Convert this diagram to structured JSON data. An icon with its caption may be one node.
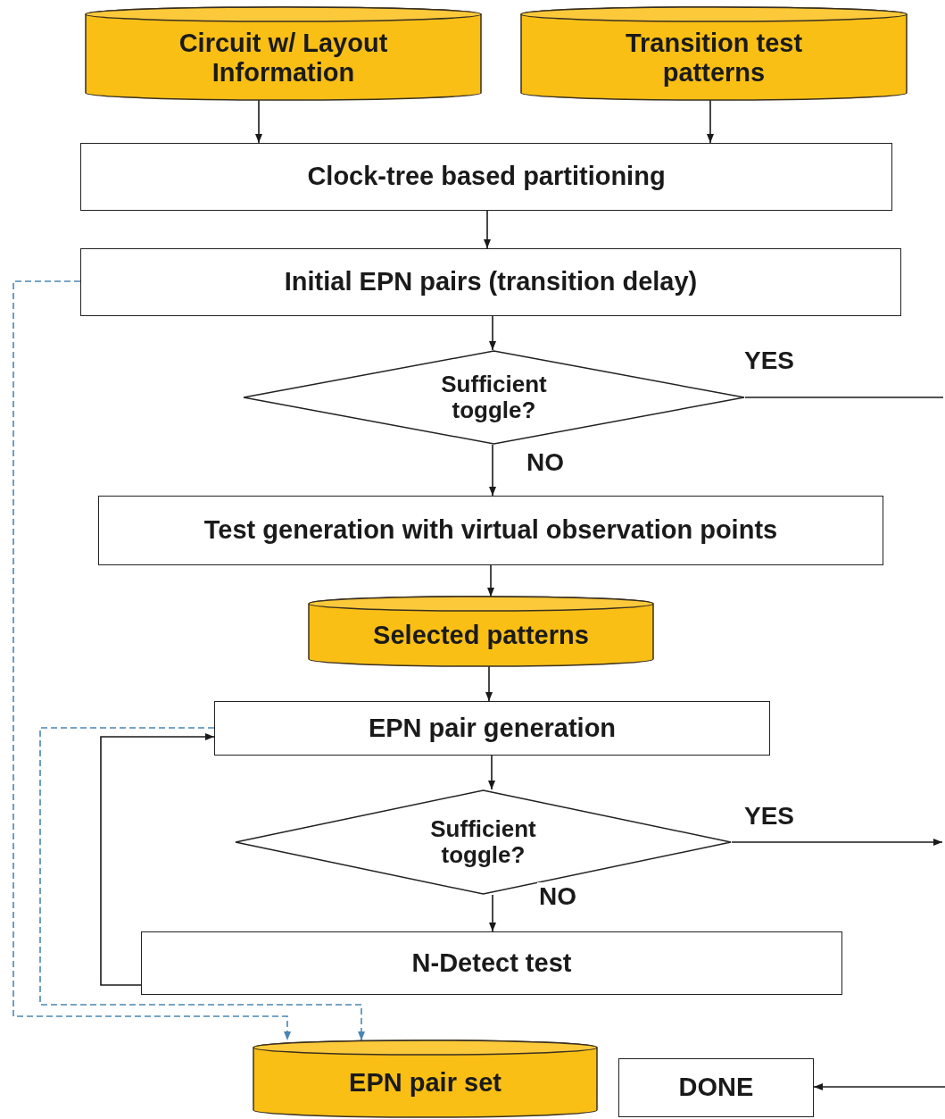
{
  "diagram": {
    "nodes": [
      {
        "text": [
          "Circuit w/ Layout Information"
        ]
      },
      {
        "text": [
          "Transition test patterns"
        ]
      },
      {
        "text": [
          "Clock-tree based partitioning"
        ]
      },
      {
        "text": [
          "Initial EPN pairs (transition delay)"
        ]
      },
      {
        "text": [
          "Sufficient toggle?"
        ]
      },
      {
        "text": [
          "Test generation with virtual observation points"
        ]
      },
      {
        "text": [
          "Selected patterns"
        ]
      },
      {
        "text": [
          "EPN pair generation"
        ]
      },
      {
        "text": [
          "Sufficient toggle?"
        ]
      },
      {
        "text": [
          "N-Detect test"
        ]
      },
      {
        "text": [
          "EPN pair set"
        ]
      },
      {
        "text": [
          "DONE"
        ]
      }
    ],
    "edges": [
      {
        "from": 0,
        "to": 2,
        "arrow": "to"
      },
      {
        "from": 1,
        "to": 2,
        "arrow": "to"
      },
      {
        "from": 2,
        "to": 3,
        "arrow": "to"
      },
      {
        "from": 3,
        "to": 4,
        "arrow": "to"
      },
      {
        "from": 4,
        "to": 5,
        "arrow": "to",
        "label": "NO"
      },
      {
        "from": 4,
        "to": null,
        "arrow": "none",
        "label": "YES"
      },
      {
        "from": 5,
        "to": 6,
        "arrow": "to"
      },
      {
        "from": 6,
        "to": 7,
        "arrow": "to"
      },
      {
        "from": 7,
        "to": 8,
        "arrow": "to"
      },
      {
        "from": 8,
        "to": 9,
        "arrow": "to",
        "label": "NO"
      },
      {
        "from": 8,
        "to": null,
        "arrow": "to",
        "label": "YES"
      },
      {
        "from": null,
        "to": 11,
        "arrow": "to"
      },
      {
        "from": 9,
        "to": 7,
        "arrow": "to"
      },
      {
        "from": 3,
        "to": 10,
        "arrow": "to",
        "style": "dashed",
        "color": "#4a86b4"
      },
      {
        "from": 7,
        "to": 10,
        "arrow": "to",
        "style": "dashed",
        "color": "#4a86b4"
      }
    ]
  }
}
